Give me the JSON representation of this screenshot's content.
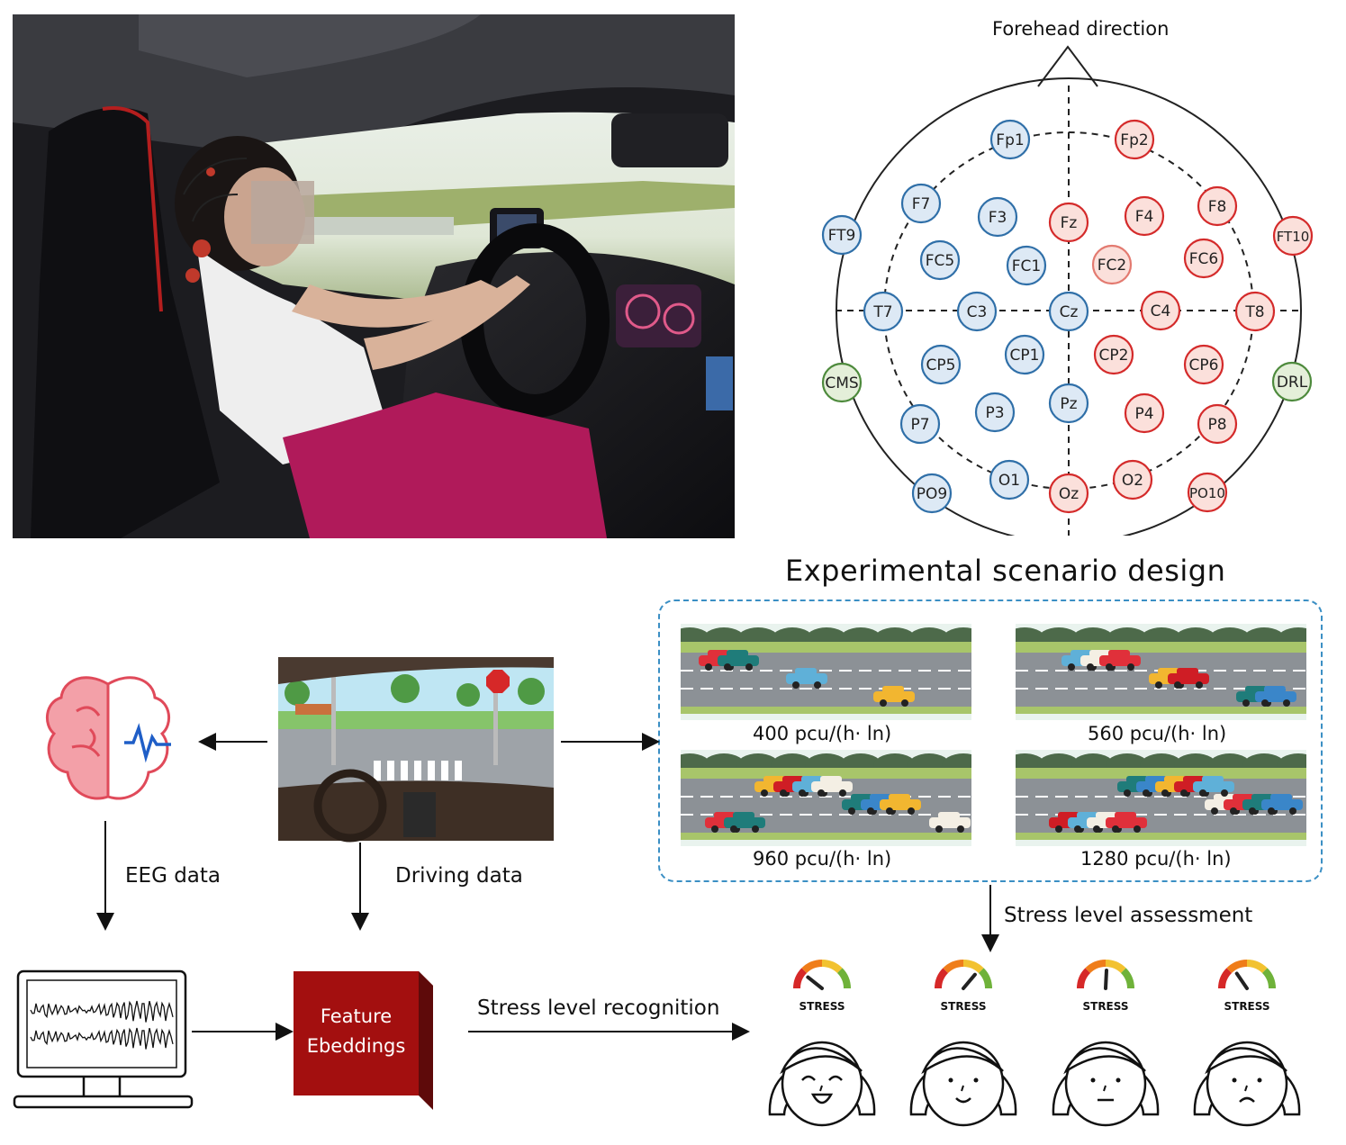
{
  "head_map": {
    "forehead_label": "Forehead direction",
    "electrodes": [
      {
        "id": "Fp1",
        "group": "left"
      },
      {
        "id": "Fp2",
        "group": "right"
      },
      {
        "id": "F7",
        "group": "left"
      },
      {
        "id": "F3",
        "group": "left"
      },
      {
        "id": "Fz",
        "group": "right"
      },
      {
        "id": "F4",
        "group": "right"
      },
      {
        "id": "F8",
        "group": "right"
      },
      {
        "id": "FT9",
        "group": "left"
      },
      {
        "id": "FT10",
        "group": "right"
      },
      {
        "id": "FC5",
        "group": "left"
      },
      {
        "id": "FC1",
        "group": "left"
      },
      {
        "id": "FC2",
        "group": "right-light"
      },
      {
        "id": "FC6",
        "group": "right"
      },
      {
        "id": "T7",
        "group": "left"
      },
      {
        "id": "C3",
        "group": "left"
      },
      {
        "id": "Cz",
        "group": "left"
      },
      {
        "id": "C4",
        "group": "right"
      },
      {
        "id": "T8",
        "group": "right"
      },
      {
        "id": "CP5",
        "group": "left"
      },
      {
        "id": "CP1",
        "group": "left"
      },
      {
        "id": "CP2",
        "group": "right"
      },
      {
        "id": "CP6",
        "group": "right"
      },
      {
        "id": "CMS",
        "group": "ref"
      },
      {
        "id": "DRL",
        "group": "ref"
      },
      {
        "id": "P7",
        "group": "left"
      },
      {
        "id": "P3",
        "group": "left"
      },
      {
        "id": "Pz",
        "group": "left"
      },
      {
        "id": "P4",
        "group": "right"
      },
      {
        "id": "P8",
        "group": "right"
      },
      {
        "id": "PO9",
        "group": "left"
      },
      {
        "id": "O1",
        "group": "left"
      },
      {
        "id": "Oz",
        "group": "right"
      },
      {
        "id": "O2",
        "group": "right"
      },
      {
        "id": "PO10",
        "group": "right"
      }
    ],
    "colors": {
      "left": "#2f6fa8",
      "left_fill": "#dde9f5",
      "right": "#d42a2a",
      "right_fill": "#fbe0db",
      "ref": "#4d8a3c",
      "ref_fill": "#e4efd9"
    }
  },
  "scenario": {
    "title": "Experimental scenario design",
    "panels": [
      {
        "label": "400 pcu/(h· ln)"
      },
      {
        "label": "560 pcu/(h· ln)"
      },
      {
        "label": "960 pcu/(h· ln)"
      },
      {
        "label": "1280 pcu/(h· ln)"
      }
    ]
  },
  "flow": {
    "eeg_data": "EEG data",
    "driving_data": "Driving data",
    "feature_line1": "Feature",
    "feature_line2": "Ebeddings",
    "recognition": "Stress level recognition",
    "assessment": "Stress level assessment",
    "stress_word": "STRESS",
    "feature_color": "#a30f0f"
  },
  "photo": {
    "description_icon": "photo-driver-eeg-cap"
  }
}
